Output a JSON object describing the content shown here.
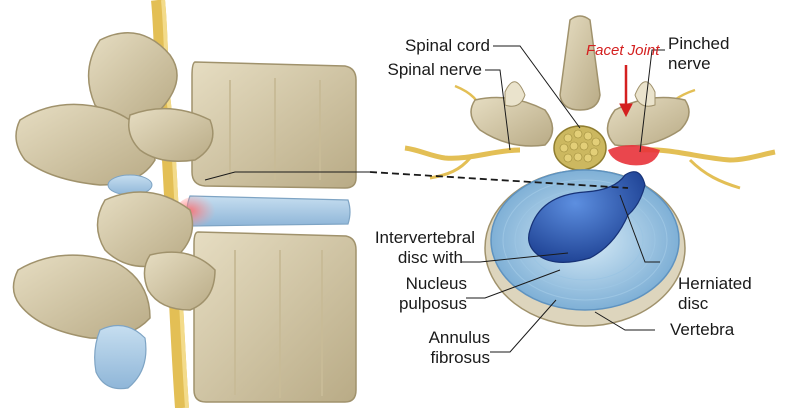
{
  "labels": {
    "spinal_cord": "Spinal cord",
    "spinal_nerve": "Spinal nerve",
    "facet_joint": "Facet Joint",
    "pinched_nerve_1": "Pinched",
    "pinched_nerve_2": "nerve",
    "disc_1": "Intervertebral",
    "disc_2": "disc with",
    "nucleus_1": "Nucleus",
    "nucleus_2": "pulposus",
    "annulus_1": "Annulus",
    "annulus_2": "fibrosus",
    "herniated_1": "Herniated",
    "herniated_2": "disc",
    "vertebra": "Vertebra"
  },
  "colors": {
    "bone": "#d8cfb2",
    "bone_shadow": "#b7aa86",
    "nerve": "#e6c25a",
    "disc": "#a9cde6",
    "nucleus": "#2f5fb8",
    "inflamed": "#e8323a",
    "facet_label": "#d42020"
  }
}
